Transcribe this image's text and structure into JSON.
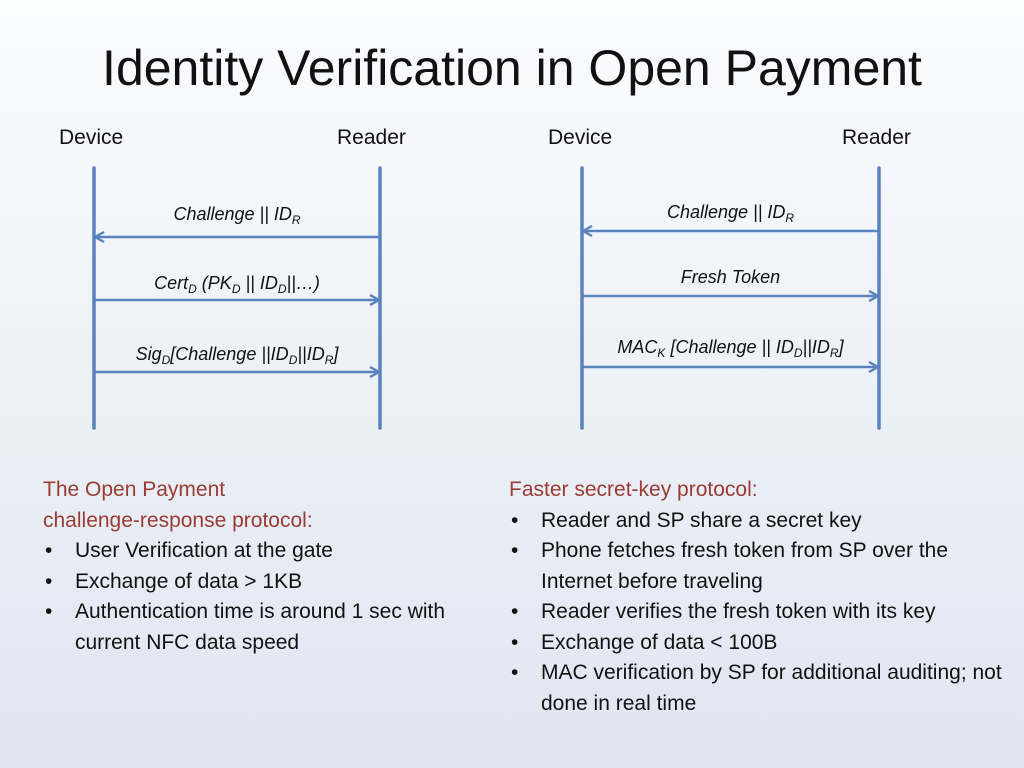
{
  "slide": {
    "title": "Identity Verification in Open Payment"
  },
  "diagrams": [
    {
      "left_actor": "Device",
      "right_actor": "Reader",
      "messages": [
        {
          "direction": "to-device",
          "parts": [
            {
              "text": "Challenge || ID",
              "sub": "R"
            }
          ]
        },
        {
          "direction": "to-reader",
          "parts": [
            {
              "text": "Cert",
              "sub": "D"
            },
            {
              "text": " (PK",
              "sub": "D"
            },
            {
              "text": " || ID",
              "sub": "D"
            },
            {
              "text": "||…)",
              "sub": ""
            }
          ]
        },
        {
          "direction": "to-reader",
          "parts": [
            {
              "text": "Sig",
              "sub": "D"
            },
            {
              "text": "[Challenge ||ID",
              "sub": "D"
            },
            {
              "text": "||ID",
              "sub": "R"
            },
            {
              "text": "]",
              "sub": ""
            }
          ]
        }
      ]
    },
    {
      "left_actor": "Device",
      "right_actor": "Reader",
      "messages": [
        {
          "direction": "to-device",
          "parts": [
            {
              "text": "Challenge || ID",
              "sub": "R"
            }
          ]
        },
        {
          "direction": "to-reader",
          "parts": [
            {
              "text": "Fresh Token",
              "sub": ""
            }
          ]
        },
        {
          "direction": "to-reader",
          "parts": [
            {
              "text": "MAC",
              "sub": "K"
            },
            {
              "text": " [Challenge || ID",
              "sub": "D"
            },
            {
              "text": "||ID",
              "sub": "R"
            },
            {
              "text": "]",
              "sub": ""
            }
          ]
        }
      ]
    }
  ],
  "left_panel": {
    "heading_line1": "The Open Payment",
    "heading_line2": "challenge-response protocol:",
    "bullet_symbol": "•",
    "bullets": [
      "User Verification at the gate",
      "Exchange of data > 1KB",
      "Authentication time is around 1 sec with current NFC data speed"
    ]
  },
  "right_panel": {
    "heading": "Faster secret-key protocol:",
    "bullet_symbol": "•",
    "bullets": [
      "Reader and SP share a secret key",
      "Phone fetches fresh token from SP over the Internet before traveling",
      "Reader verifies the fresh token with its key",
      "Exchange of data < 100B",
      "MAC verification by SP for additional auditing; not done in real time"
    ]
  },
  "colors": {
    "lifeline": "#5a82bd",
    "heading": "#9b3b33"
  }
}
